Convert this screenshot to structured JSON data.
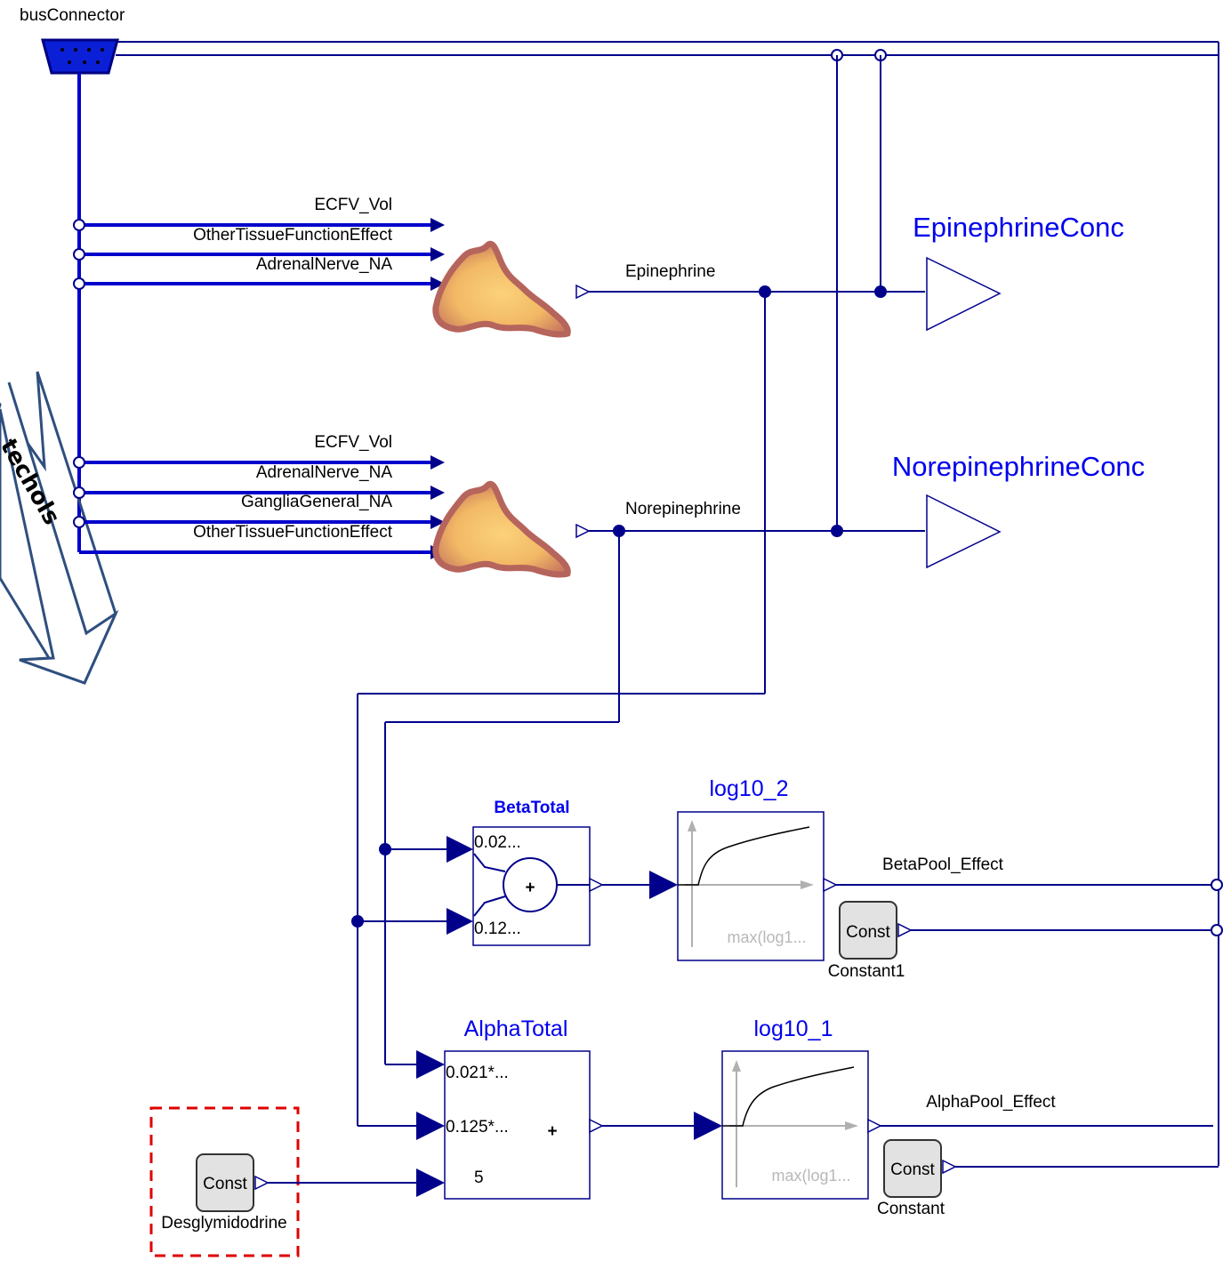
{
  "bus_connector": {
    "label": "busConnector"
  },
  "upper_gland": {
    "inputs": [
      "ECFV_Vol",
      "OtherTissueFunctionEffect",
      "AdrenalNerve_NA"
    ],
    "output": "Epinephrine"
  },
  "lower_gland": {
    "inputs": [
      "ECFV_Vol",
      "AdrenalNerve_NA",
      "GangliaGeneral_NA",
      "OtherTissueFunctionEffect"
    ],
    "output": "Norepinephrine"
  },
  "outputs": {
    "epinephrine_conc": "EpinephrineConc",
    "norepinephrine_conc": "NorepinephrineConc"
  },
  "beta_total": {
    "title": "BetaTotal",
    "gain1": "0.02...",
    "gain2": "0.12...",
    "op": "+"
  },
  "alpha_total": {
    "title": "AlphaTotal",
    "gain1": "0.021*...",
    "gain2": "0.125*...",
    "gain3": "5",
    "op": "+"
  },
  "log10_2": {
    "title": "log10_2",
    "expr": "max(log1..."
  },
  "log10_1": {
    "title": "log10_1",
    "expr": "max(log1..."
  },
  "signals": {
    "beta_pool": "BetaPool_Effect",
    "alpha_pool": "AlphaPool_Effect"
  },
  "constants": {
    "constant1": {
      "box": "Const",
      "name": "Constant1"
    },
    "constant": {
      "box": "Const",
      "name": "Constant"
    },
    "desglymidodrine": {
      "box": "Const",
      "name": "Desglymidodrine"
    }
  },
  "side_arrow": {
    "text": "techols"
  },
  "colors": {
    "bus": "#0000cc",
    "wire": "#00008b",
    "title_blue": "#0000ee",
    "gland_fill": "#f5c76a",
    "gland_rim": "#c2716a",
    "highlight_dash": "#e00000"
  }
}
